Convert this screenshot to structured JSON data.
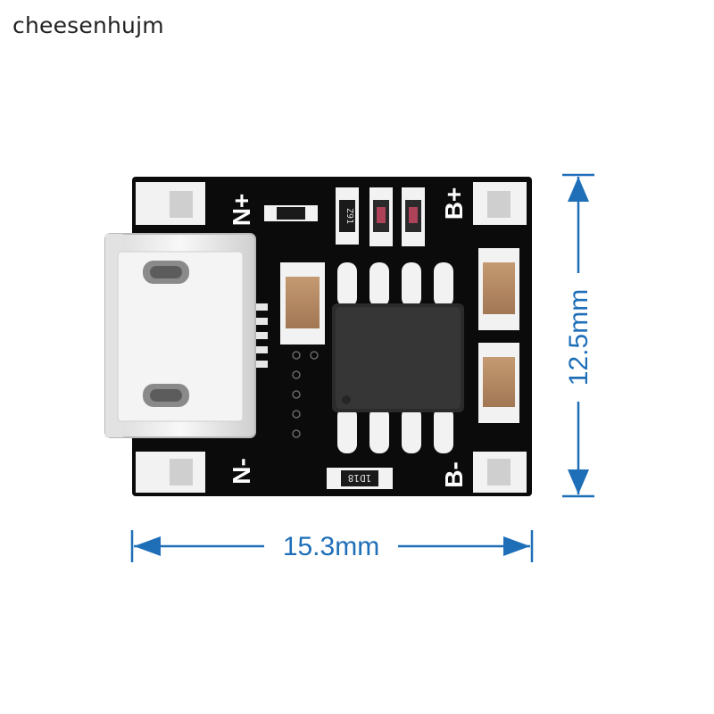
{
  "watermark": "cheesenhujm",
  "board": {
    "labels": {
      "in_plus": "N+",
      "in_minus": "N-",
      "bat_plus": "B+",
      "bat_minus": "B-",
      "resistor_top": "Z91",
      "resistor_bottom": "1D18"
    }
  },
  "dimensions": {
    "width": "15.3mm",
    "height": "12.5mm",
    "line_color": "#1e6fb8"
  },
  "colors": {
    "pcb": "#0b0b0b",
    "pad": "#f2f2f2",
    "capacitor": "#b48a63",
    "led": "#d94b6a"
  }
}
